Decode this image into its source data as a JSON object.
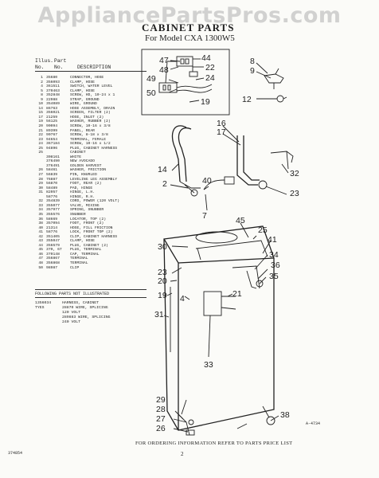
{
  "watermark": "AppliancePartsPros.com",
  "title": "CABINET PARTS",
  "model_line": "For Model CXA 1300W5",
  "table_header": {
    "illus": "Illus.",
    "no": "No.",
    "part": "Part",
    "part_no": "No.",
    "description": "DESCRIPTION"
  },
  "parts": [
    {
      "no": "1",
      "part": "35680",
      "desc": "CONNECTOR, HOSE"
    },
    {
      "no": "2",
      "part": "356093",
      "desc": "CLAMP, HOSE"
    },
    {
      "no": "4",
      "part": "361511",
      "desc": "SWITCH, WATER LEVEL"
    },
    {
      "no": "5",
      "part": "370463",
      "desc": "CLAMP, HOSE"
    },
    {
      "no": "8",
      "part": "352848",
      "desc": "SCREW, HD, 10-24 x 1"
    },
    {
      "no": "9",
      "part": "22988",
      "desc": "STRAP, GROUND"
    },
    {
      "no": "10",
      "part": "354089",
      "desc": "WIRE, GROUND"
    },
    {
      "no": "14",
      "part": "86763",
      "desc": "HOSE ASSEMBLY, DRAIN"
    },
    {
      "no": "15",
      "part": "356021",
      "desc": "SCREEN, FILTER (2)"
    },
    {
      "no": "17",
      "part": "21259",
      "desc": "HOSE, INLET (2)"
    },
    {
      "no": "19",
      "part": "56125",
      "desc": "WASHER, RUBBER (2)"
    },
    {
      "no": "20",
      "part": "90094",
      "desc": "SCREW, 10-16 x 3/8"
    },
    {
      "no": "21",
      "part": "89399",
      "desc": "PANEL, REAR"
    },
    {
      "no": "22",
      "part": "90767",
      "desc": "SCREW, 8-18 x 3/8"
    },
    {
      "no": "23",
      "part": "94654",
      "desc": "TERMINAL, FEMALE"
    },
    {
      "no": "24",
      "part": "367184",
      "desc": "SCREW, 10-16 x 1/2"
    },
    {
      "no": "25",
      "part": "94896",
      "desc": "PLUG, CABINET HARNESS"
    },
    {
      "no": "25",
      "part": "",
      "desc": "CABINET"
    },
    {
      "no": "",
      "part": "308161",
      "desc": "WHITE"
    },
    {
      "no": "",
      "part": "376490",
      "desc": "NEW AVOCADO"
    },
    {
      "no": "",
      "part": "376491",
      "desc": "GOLDEN HARVEST"
    },
    {
      "no": "26",
      "part": "58461",
      "desc": "WASHER, FRICTION"
    },
    {
      "no": "27",
      "part": "56839",
      "desc": "PIN, KNURLED"
    },
    {
      "no": "28",
      "part": "76887",
      "desc": "LEVELING LEG ASSEMBLY"
    },
    {
      "no": "29",
      "part": "56870",
      "desc": "FOOT, REAR (2)"
    },
    {
      "no": "30",
      "part": "58489",
      "desc": "PAD, HINGE"
    },
    {
      "no": "31",
      "part": "82057",
      "desc": "HINGE, L.H."
    },
    {
      "no": "",
      "part": "58776",
      "desc": "HINGE, R.H."
    },
    {
      "no": "32",
      "part": "354839",
      "desc": "CORD, POWER (120 VOLT)"
    },
    {
      "no": "33",
      "part": "355077",
      "desc": "VALVE, MIXING"
    },
    {
      "no": "34",
      "part": "357977",
      "desc": "SPRING, SNUBBER"
    },
    {
      "no": "35",
      "part": "355576",
      "desc": "SNUBBER"
    },
    {
      "no": "36",
      "part": "58669",
      "desc": "LOCATOR, TOP (2)"
    },
    {
      "no": "38",
      "part": "357094",
      "desc": "FOOT, FRONT (2)"
    },
    {
      "no": "40",
      "part": "21314",
      "desc": "HOSE, FILL FRICTION"
    },
    {
      "no": "41",
      "part": "58776",
      "desc": "LOCK, FRONT TOP (2)"
    },
    {
      "no": "42",
      "part": "351405",
      "desc": "CLIP, CABINET HARNESS"
    },
    {
      "no": "43",
      "part": "355047",
      "desc": "CLAMP, HOSE"
    },
    {
      "no": "44",
      "part": "356579",
      "desc": "PLUG, CABINET (2)"
    },
    {
      "no": "45",
      "part": "370, 67",
      "desc": "PLUG, TERMINAL"
    },
    {
      "no": "46",
      "part": "370148",
      "desc": "CAP, TERMINAL"
    },
    {
      "no": "47",
      "part": "356867",
      "desc": "TERMINAL"
    },
    {
      "no": "48",
      "part": "356868",
      "desc": "TERMINAL"
    },
    {
      "no": "50",
      "part": "98987",
      "desc": "CLIP"
    }
  ],
  "not_illustrated": {
    "heading": "FOLLOWING PARTS NOT ILLUSTRATED",
    "items": [
      {
        "part": "1356034",
        "desc": "HARNESS, CABINET"
      },
      {
        "part": "TYES",
        "desc": "28870 WIRE, SPLICING"
      },
      {
        "part": "",
        "desc": "120 VOLT"
      },
      {
        "part": "",
        "desc": "289883 WIRE, SPLICING"
      },
      {
        "part": "",
        "desc": "240 VOLT"
      }
    ]
  },
  "callouts": [
    "47",
    "44",
    "48",
    "22",
    "49",
    "24",
    "50",
    "19",
    "8",
    "9",
    "12",
    "16",
    "17",
    "14",
    "2",
    "40",
    "7",
    "32",
    "23",
    "45",
    "25",
    "41",
    "30",
    "34",
    "36",
    "23",
    "35",
    "20",
    "19",
    "21",
    "4",
    "31",
    "33",
    "29",
    "28",
    "27",
    "26",
    "38"
  ],
  "figure_number": "A-4734",
  "footer": "FOR ORDERING INFORMATION REFER TO PARTS PRICE LIST",
  "page_number": "2",
  "left_code": "374854"
}
